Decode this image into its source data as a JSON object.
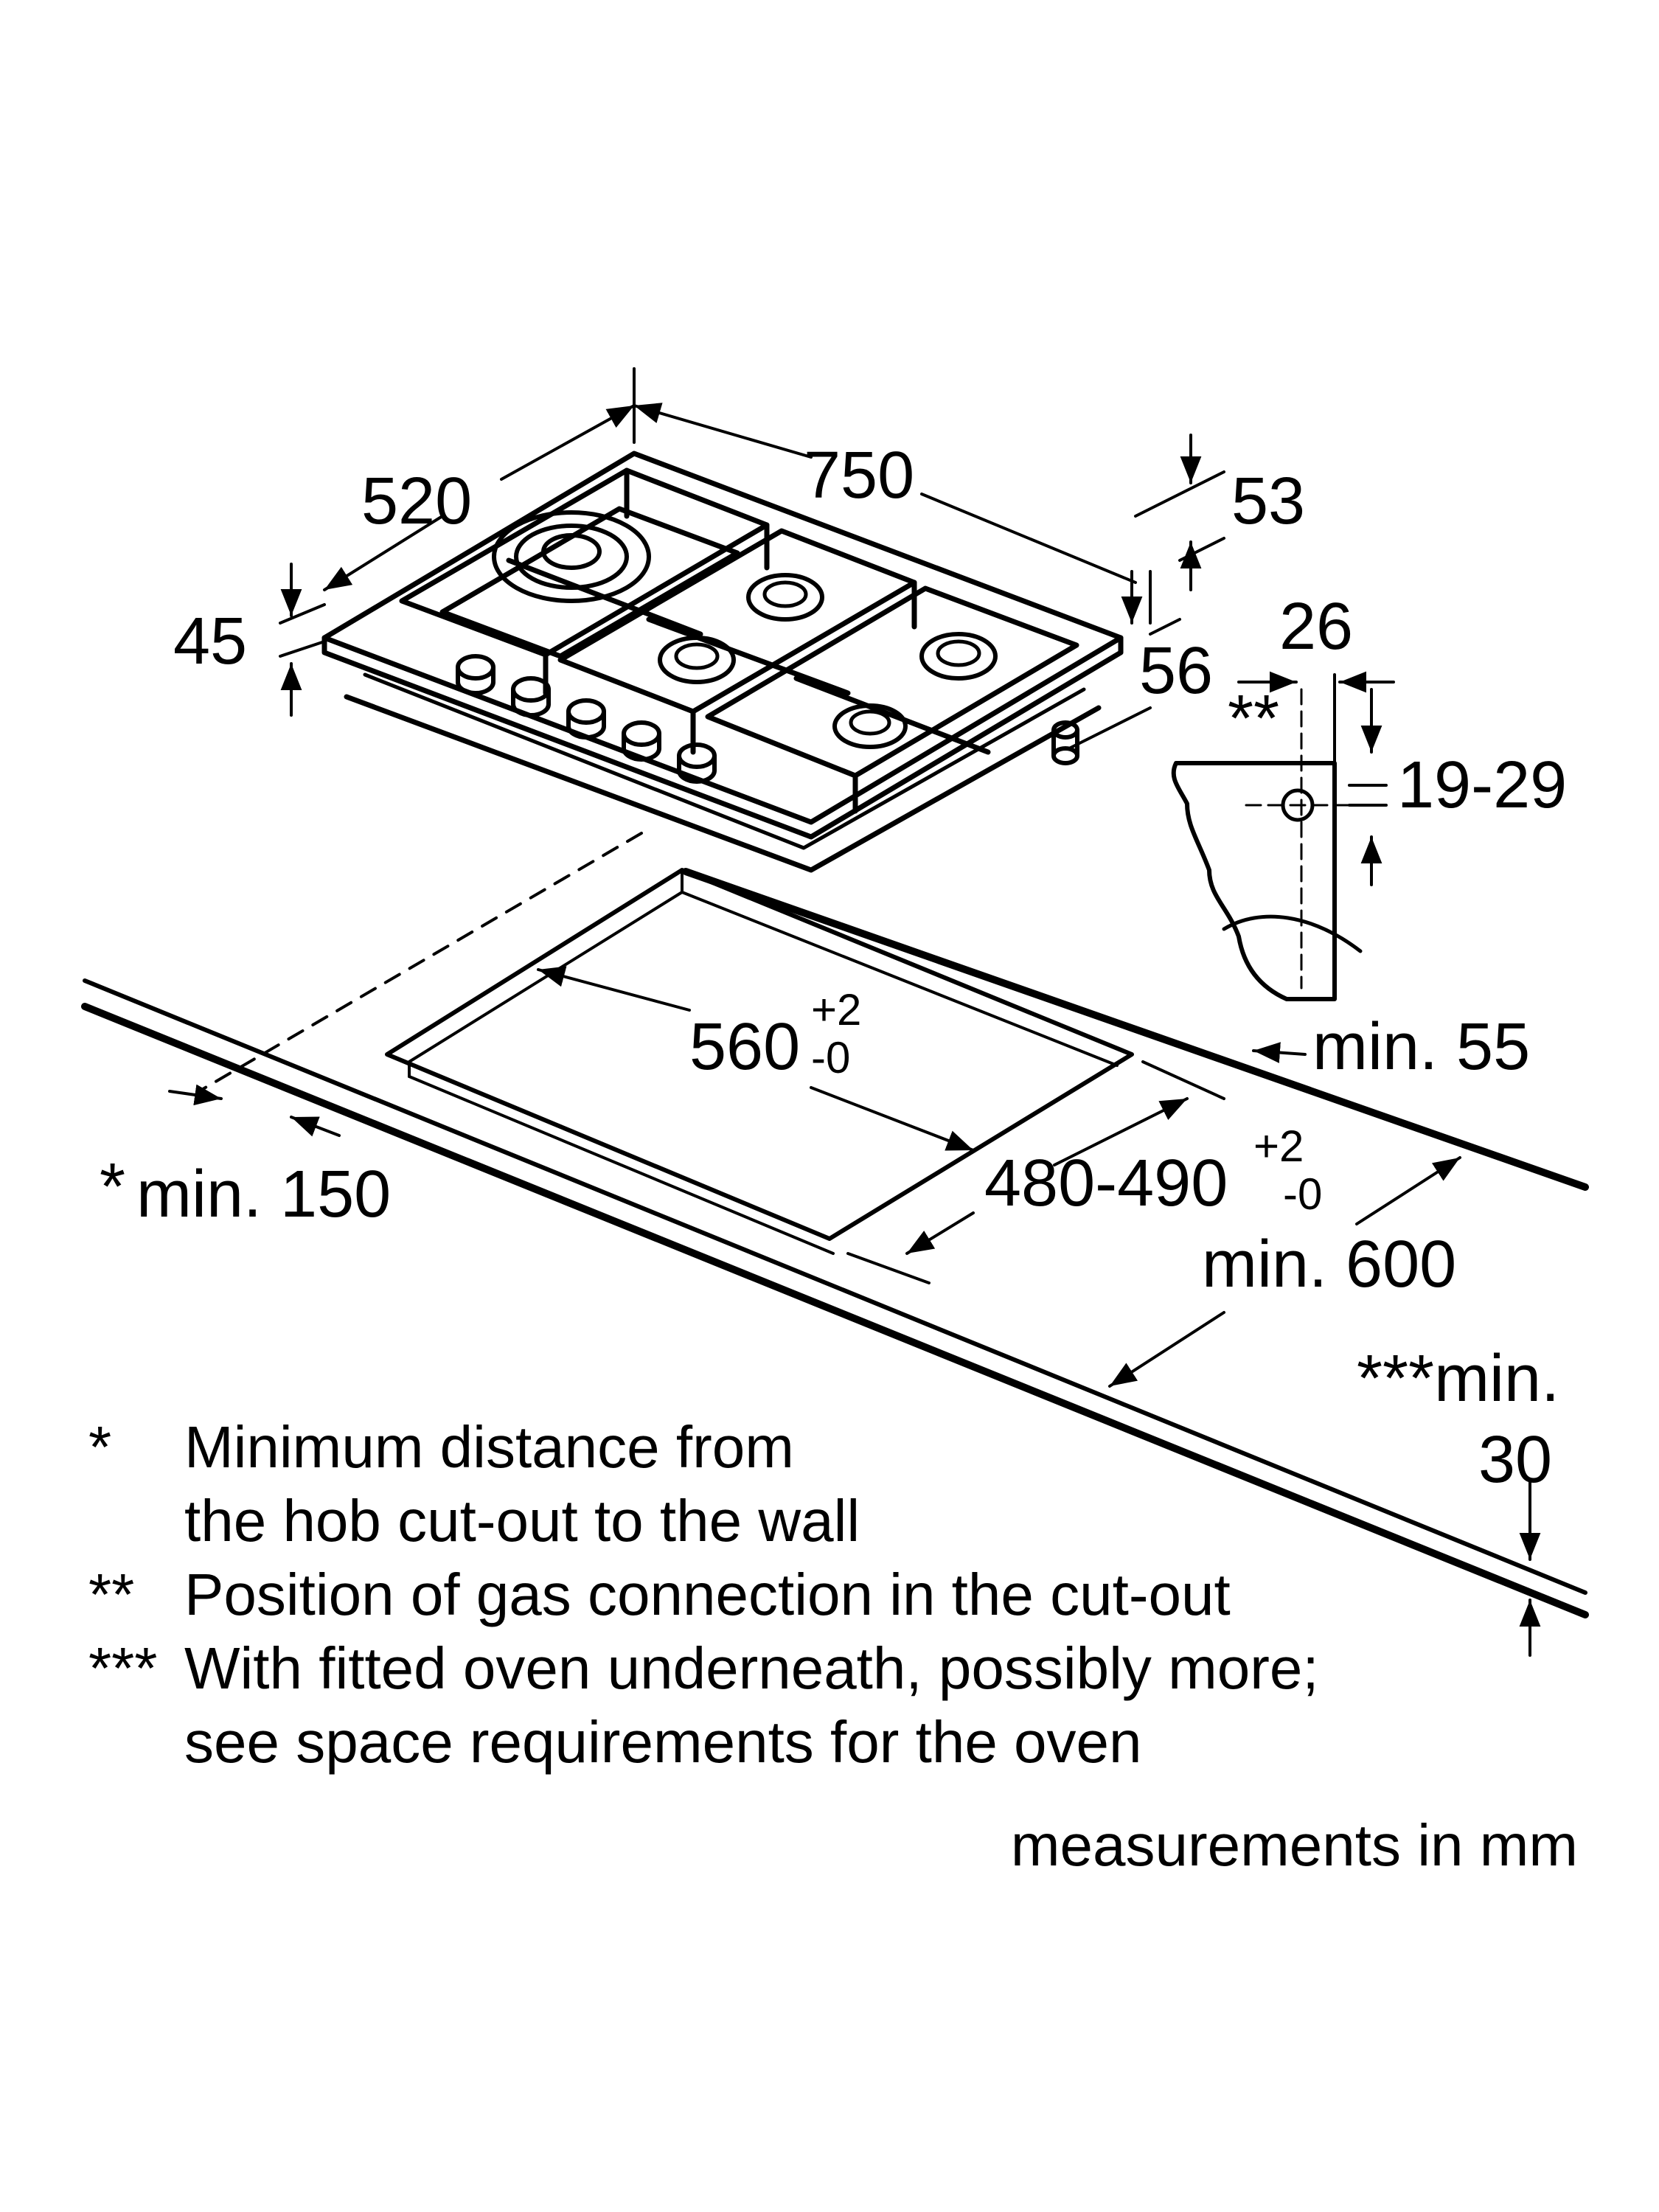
{
  "dimensions": {
    "width_750": "750",
    "depth_520": "520",
    "height_45": "45",
    "dim_53": "53",
    "dim_56": "56",
    "dim_26": "26",
    "dim_19_29": "19-29",
    "double_star": "**",
    "cutout_width": "560",
    "cutout_width_tol_plus": "+2",
    "cutout_width_tol_minus": "-0",
    "cutout_depth": "480-490",
    "cutout_depth_tol_plus": "+2",
    "cutout_depth_tol_minus": "-0",
    "min_55": "min. 55",
    "min_150_star": "*",
    "min_150": "min. 150",
    "min_600": "min. 600",
    "min_30_label": "***min.",
    "min_30_value": "30"
  },
  "notes": [
    {
      "marker": "*",
      "line1": "Minimum distance from",
      "line2": "the hob cut-out to the wall"
    },
    {
      "marker": "**",
      "line1": "Position of gas connection in the cut-out"
    },
    {
      "marker": "***",
      "line1": "With fitted oven underneath, possibly more;",
      "line2": "see space requirements for the oven"
    }
  ],
  "units": "measurements in mm"
}
